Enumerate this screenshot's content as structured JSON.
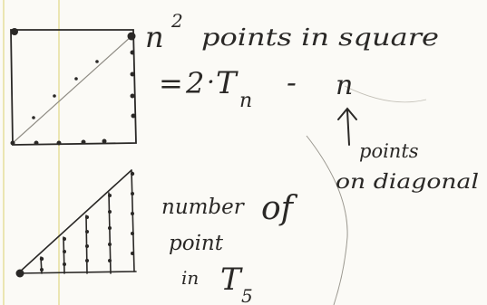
{
  "notes": {
    "line1": {
      "n_symbol": "n",
      "n_superscript": "2",
      "text": "points in square"
    },
    "line2": {
      "equals": "=",
      "two": "2",
      "dot": "·",
      "T": "T",
      "subscript": "n",
      "minus": "-",
      "n": "n"
    },
    "annotation": {
      "line1": "points",
      "line2": "on diagonal"
    },
    "bottom_note": {
      "line1": "number",
      "of": "of",
      "line2": "point",
      "line3": "in",
      "T": "T",
      "subscript": "5"
    }
  },
  "colors": {
    "paper": "#fbfaf6",
    "ink": "#2a2826",
    "margin_line": "#e6de9c",
    "pencil": "#9a978f"
  }
}
